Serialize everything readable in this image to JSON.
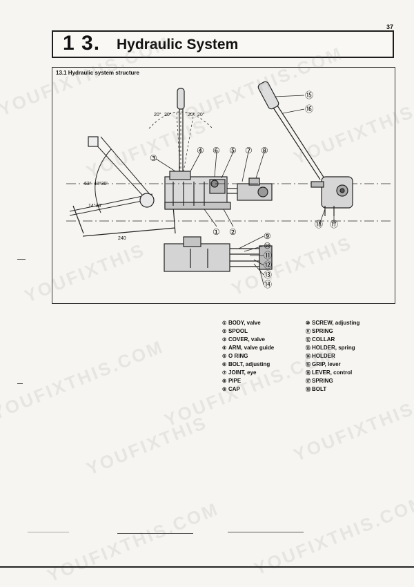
{
  "page": {
    "number": "37"
  },
  "chapter": {
    "number": "1 3.",
    "title": "Hydraulic System"
  },
  "figure": {
    "section_heading": "13.1  Hydraulic system structure",
    "angle_labels": [
      "20°",
      "20°",
      "20°",
      "20°",
      "63°",
      "48°30'",
      "14°30'"
    ],
    "dimension_label": "240",
    "callouts": [
      "③",
      "④",
      "⑥",
      "⑤",
      "⑦",
      "⑧",
      "①",
      "②",
      "⑮",
      "⑯",
      "⑱",
      "⑰",
      "⑨",
      "⑩",
      "⑪",
      "⑫",
      "⑬",
      "⑭"
    ]
  },
  "legend": {
    "left": [
      {
        "num": "①",
        "text": "BODY, valve"
      },
      {
        "num": "②",
        "text": "SPOOL"
      },
      {
        "num": "③",
        "text": "COVER, valve"
      },
      {
        "num": "④",
        "text": "ARM, valve guide"
      },
      {
        "num": "⑤",
        "text": "O RING"
      },
      {
        "num": "⑥",
        "text": "BOLT, adjusting"
      },
      {
        "num": "⑦",
        "text": "JOINT, eye"
      },
      {
        "num": "⑧",
        "text": "PIPE"
      },
      {
        "num": "⑨",
        "text": "CAP"
      }
    ],
    "right": [
      {
        "num": "⑩",
        "text": "SCREW, adjusting"
      },
      {
        "num": "⑪",
        "text": "SPRING"
      },
      {
        "num": "⑫",
        "text": "COLLAR"
      },
      {
        "num": "⑬",
        "text": "HOLDER, spring"
      },
      {
        "num": "⑭",
        "text": "HOLDER"
      },
      {
        "num": "⑮",
        "text": "GRIP, lever"
      },
      {
        "num": "⑯",
        "text": "LEVER, control"
      },
      {
        "num": "⑰",
        "text": "SPRING"
      },
      {
        "num": "⑱",
        "text": "BOLT"
      }
    ]
  },
  "watermark": {
    "text": "YOUFIXTHIS",
    "text_com": "YOUFIXTHIS.COM"
  }
}
